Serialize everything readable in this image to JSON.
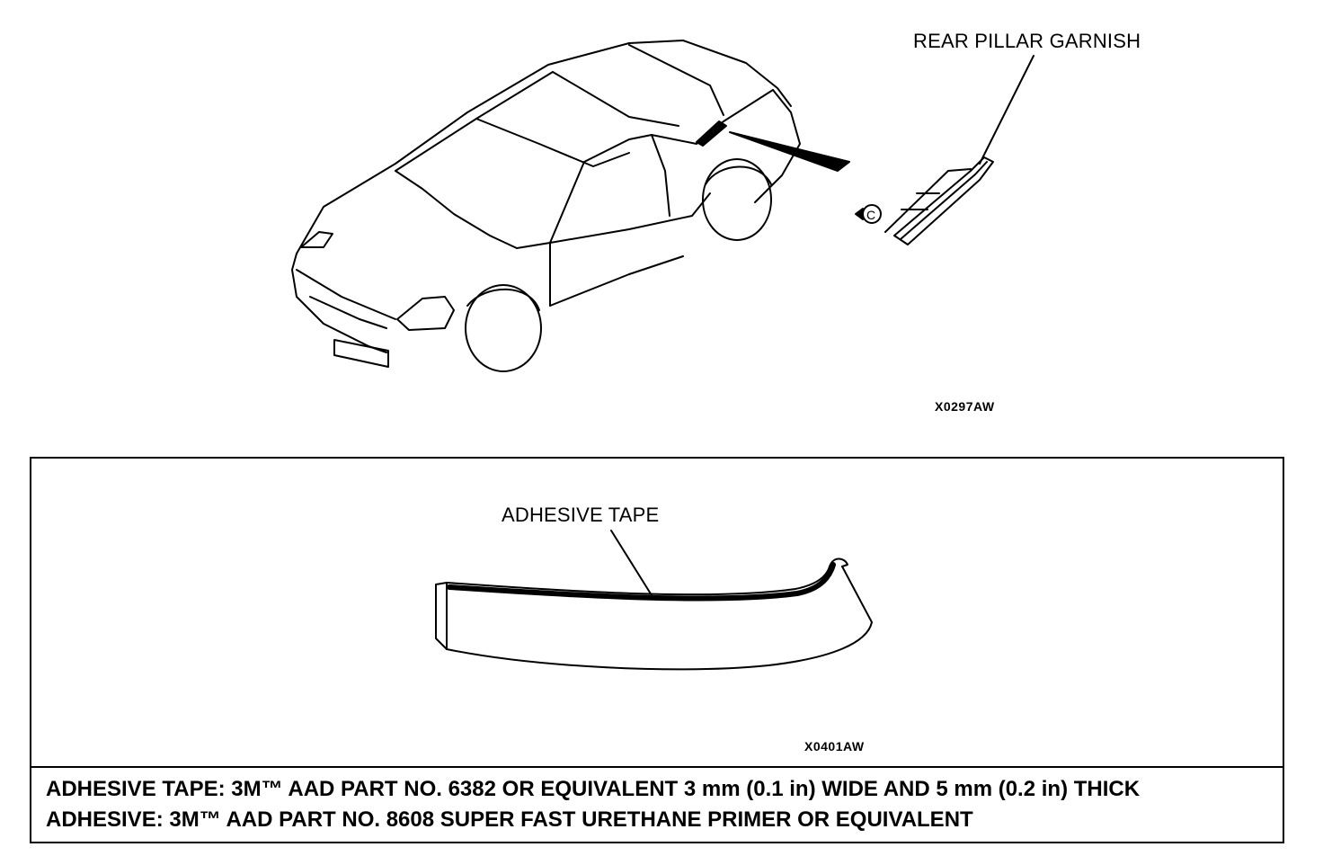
{
  "figure_top": {
    "callout_rear_pillar_garnish": "REAR PILLAR GARNISH",
    "figure_code": "X0297AW"
  },
  "figure_bottom": {
    "callout_adhesive_tape": "ADHESIVE TAPE",
    "figure_code": "X0401AW"
  },
  "notes": {
    "line_1": "ADHESIVE TAPE: 3M™ AAD PART NO. 6382 OR EQUIVALENT 3 mm (0.1 in) WIDE AND 5 mm (0.2 in) THICK",
    "line_2": "ADHESIVE: 3M™ AAD PART NO. 8608 SUPER FAST URETHANE PRIMER OR EQUIVALENT"
  }
}
